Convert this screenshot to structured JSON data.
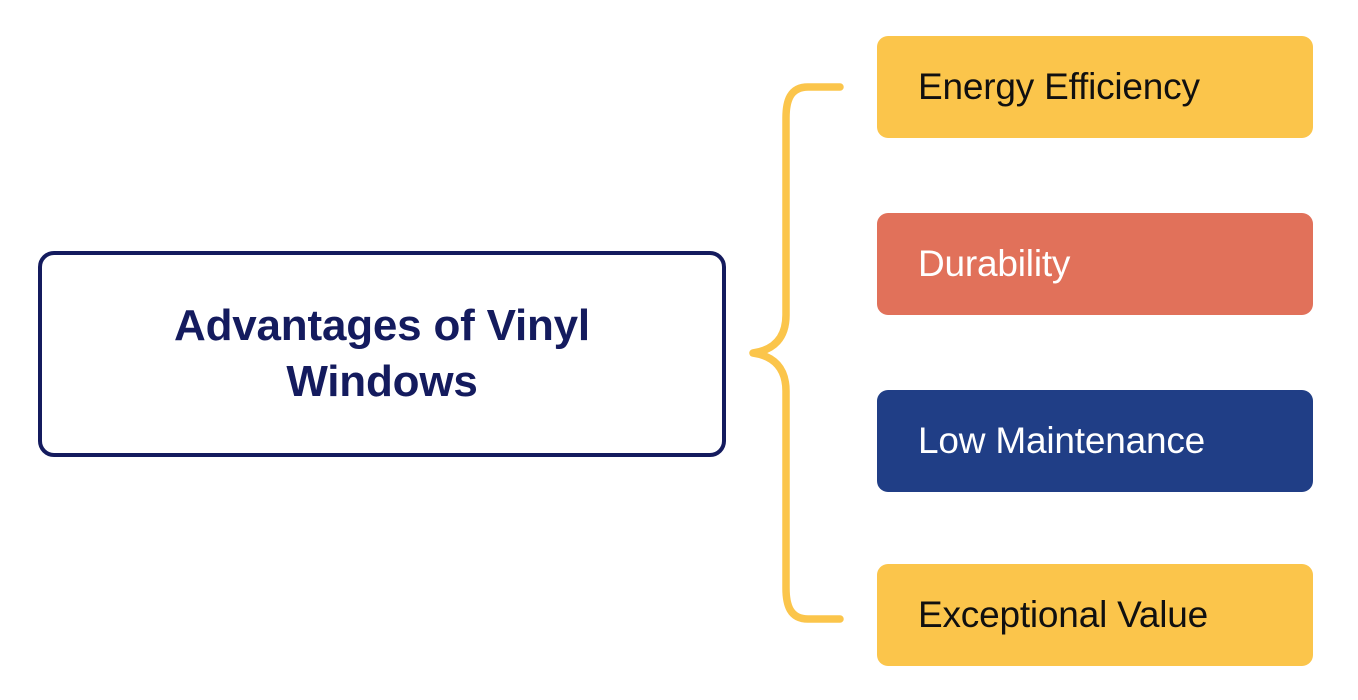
{
  "diagram": {
    "type": "mind-map-brace",
    "background_color": "#FFFFFF",
    "root": {
      "label": "Advantages of Vinyl Windows",
      "text_color": "#141B5E",
      "border_color": "#141B5E",
      "fill_color": "#FFFFFF"
    },
    "connector": {
      "icon_name": "curly-brace-connector",
      "color": "#FBC54B",
      "stroke_width": 7
    },
    "branches": [
      {
        "label": "Energy Efficiency",
        "fill_color": "#FBC54B",
        "text_color": "#101010"
      },
      {
        "label": "Durability",
        "fill_color": "#E1715A",
        "text_color": "#FFFFFF"
      },
      {
        "label": "Low Maintenance",
        "fill_color": "#203E86",
        "text_color": "#FFFFFF"
      },
      {
        "label": "Exceptional Value",
        "fill_color": "#FBC54B",
        "text_color": "#101010"
      }
    ]
  }
}
